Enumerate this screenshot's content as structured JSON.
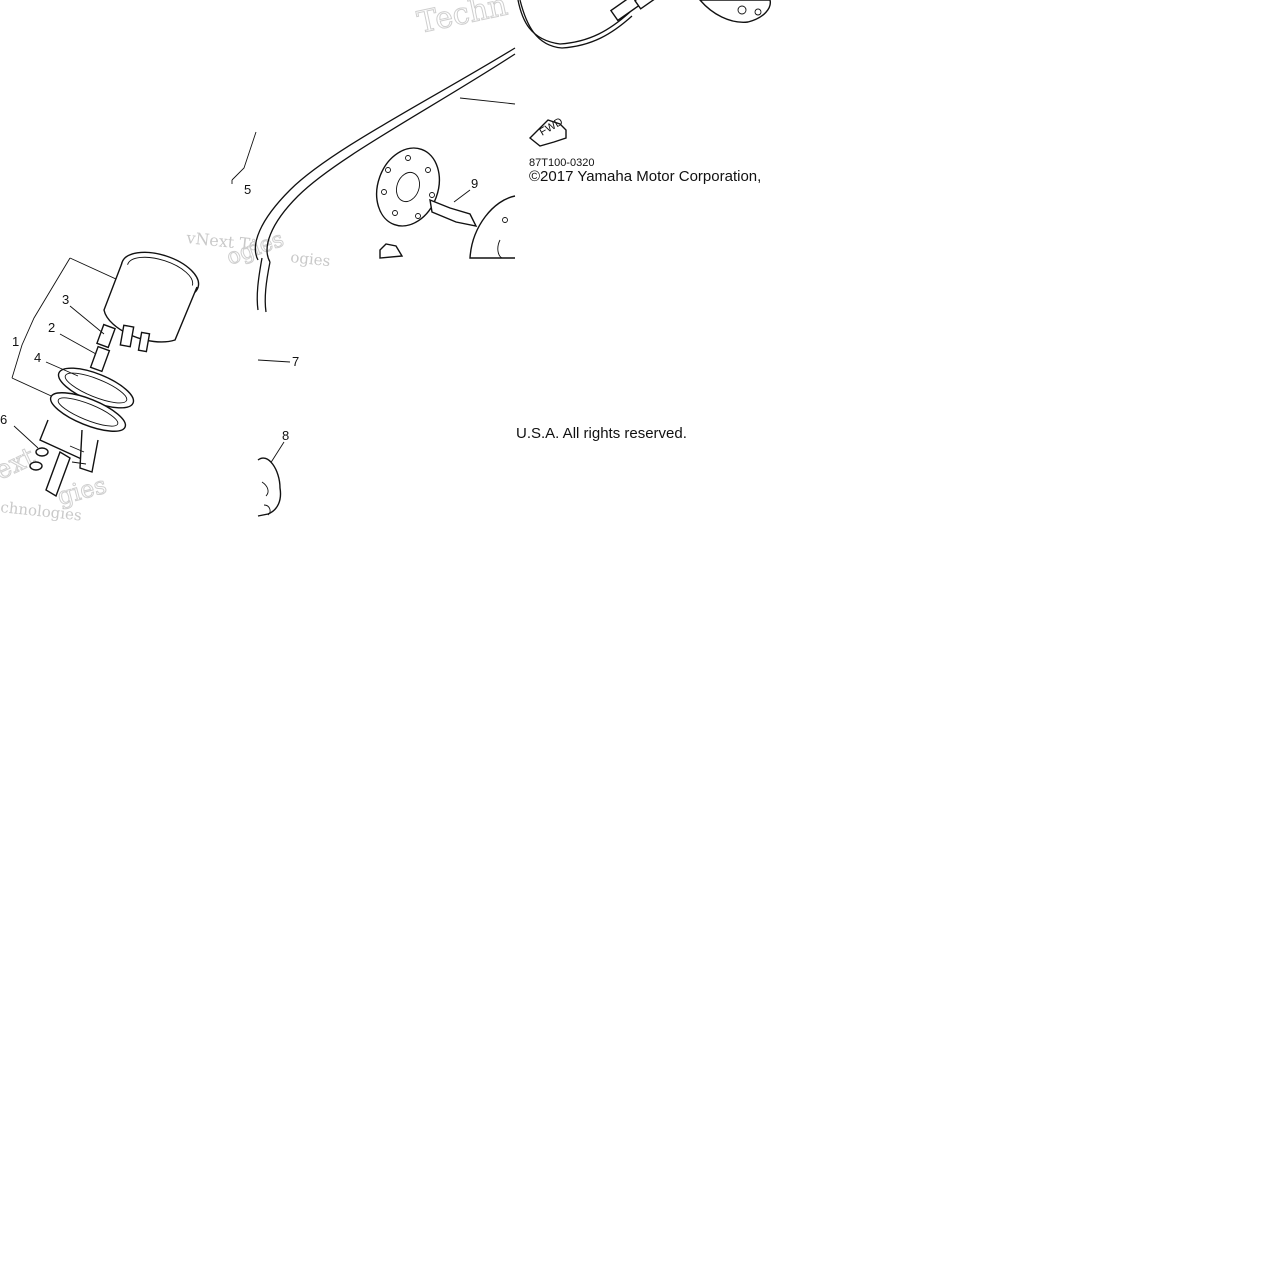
{
  "diagram": {
    "callouts": [
      {
        "id": "1",
        "label": "1"
      },
      {
        "id": "2",
        "label": "2"
      },
      {
        "id": "3",
        "label": "3"
      },
      {
        "id": "4",
        "label": "4"
      },
      {
        "id": "5",
        "label": "5"
      },
      {
        "id": "6",
        "label": "6"
      },
      {
        "id": "7",
        "label": "7"
      },
      {
        "id": "8",
        "label": "8"
      },
      {
        "id": "9",
        "label": "9"
      }
    ],
    "direction_arrow": "FWD",
    "drawing_code": "87T100-0320",
    "copyright_line1": "©2017 Yamaha Motor Corporation,",
    "copyright_line2": "U.S.A. All rights reserved.",
    "watermark": {
      "brand": "vNext Technologies",
      "fragment_top": "Techn",
      "fragment_mid": "vNext Te",
      "fragment_mid2": "ogies",
      "fragment_bottom": "chnologies",
      "fragment_bottom2": "gies",
      "fragment_bottom3": "ext"
    }
  }
}
